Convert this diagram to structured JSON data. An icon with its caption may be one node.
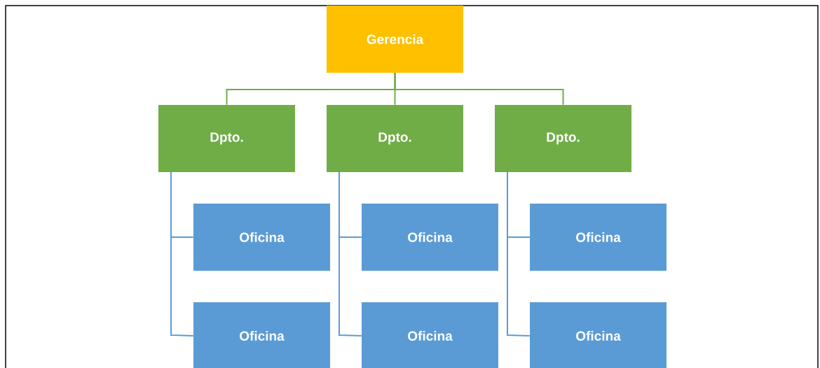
{
  "diagram": {
    "nodes": [
      {
        "text": [
          "Gerencia"
        ]
      },
      {
        "text": [
          "Dpto."
        ]
      },
      {
        "text": [
          "Dpto."
        ]
      },
      {
        "text": [
          "Dpto."
        ]
      },
      {
        "text": [
          "Oficina"
        ]
      },
      {
        "text": [
          "Oficina"
        ]
      },
      {
        "text": [
          "Oficina"
        ]
      },
      {
        "text": [
          "Oficina"
        ]
      },
      {
        "text": [
          "Oficina"
        ]
      },
      {
        "text": [
          "Oficina"
        ]
      }
    ],
    "edges": [
      {
        "from": 0,
        "to": 1,
        "arrow": "none",
        "color": "#70ad47"
      },
      {
        "from": 0,
        "to": 2,
        "arrow": "none",
        "color": "#70ad47"
      },
      {
        "from": 0,
        "to": 3,
        "arrow": "none",
        "color": "#70ad47"
      },
      {
        "from": 1,
        "to": 4,
        "arrow": "none"
      },
      {
        "from": 1,
        "to": 7,
        "arrow": "none"
      },
      {
        "from": 2,
        "to": 5,
        "arrow": "none"
      },
      {
        "from": 2,
        "to": 8,
        "arrow": "none"
      },
      {
        "from": 3,
        "to": 6,
        "arrow": "none"
      },
      {
        "from": 3,
        "to": 9,
        "arrow": "none"
      }
    ]
  }
}
